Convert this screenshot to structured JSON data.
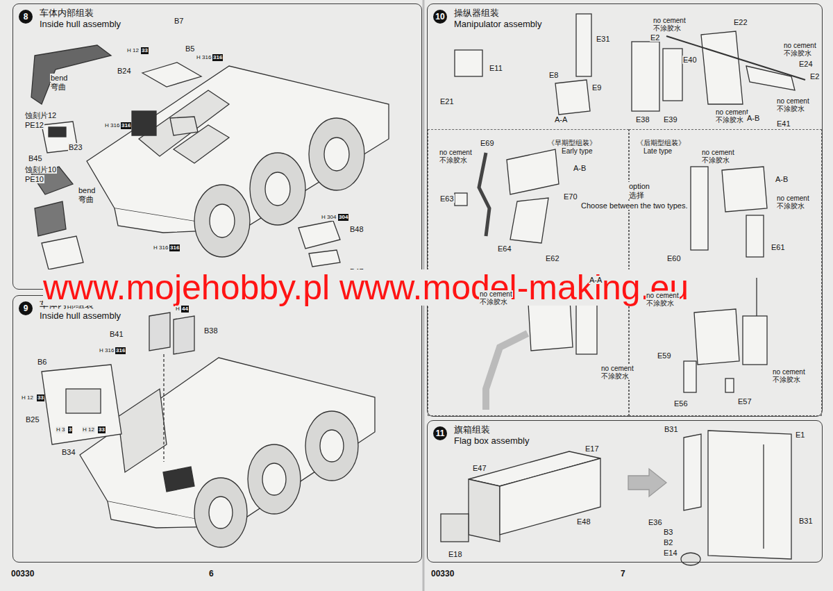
{
  "diagram": {
    "nodes": [
      {
        "text": [
          "8",
          "车体内部组装",
          "Inside hull assembly"
        ]
      },
      {
        "text": [
          "9",
          "车体内部组装",
          "Inside hull assembly"
        ]
      },
      {
        "text": [
          "10",
          "操纵器组装",
          "Manipulator assembly"
        ]
      },
      {
        "text": [
          "《早期型组装》",
          "Early type"
        ],
        "in": 2
      },
      {
        "text": [
          "《后期型组装》",
          "Late type"
        ],
        "in": 2
      },
      {
        "text": [
          "11",
          "旗箱组装",
          "Flag box assembly"
        ]
      }
    ],
    "labels": [
      "B7",
      "H 12",
      "33",
      "B5",
      "H 316",
      "316",
      "B24",
      "bend",
      "弯曲",
      "蚀刻片12",
      "PE12",
      "H 316",
      "316",
      "B45",
      "B23",
      "蚀刻片10",
      "PE10",
      "bend",
      "弯曲",
      "H 304",
      "304",
      "B48",
      "H 316",
      "316",
      "B47",
      "www.mojehobby.pl www.model-making.eu",
      "H",
      "44",
      "B41",
      "B38",
      "B6",
      "H 316",
      "316",
      "H 12",
      "33",
      "B25",
      "H 3",
      "3",
      "H 12",
      "33",
      "B34",
      "00330",
      "6",
      "E31",
      "E11",
      "E8",
      "E9",
      "E21",
      "A-A",
      "no cement",
      "不涂胶水",
      "E2",
      "E22",
      "no cement",
      "不涂胶水",
      "E40",
      "no cement",
      "不涂胶水",
      "E24",
      "E2",
      "E39",
      "E38",
      "A-B",
      "no cement",
      "不涂胶水",
      "E41",
      "no cement",
      "不涂胶水",
      "E69",
      "A-B",
      "E63",
      "E70",
      "E64",
      "E62",
      "A-A",
      "no cement",
      "不涂胶水",
      "no cement",
      "不涂胶水",
      "no cement",
      "不涂胶水",
      "option",
      "选择",
      "Choose between the two types.",
      "A-B",
      "no cement",
      "不涂胶水",
      "E61",
      "E60",
      "no cement",
      "不涂胶水",
      "E59",
      "E56",
      "E57",
      "no cement",
      "不涂胶水",
      "E17",
      "E47",
      "E48",
      "E18",
      "B31",
      "E1",
      "B31",
      "E36",
      "B3",
      "B2",
      "E14",
      "00330",
      "7"
    ]
  }
}
